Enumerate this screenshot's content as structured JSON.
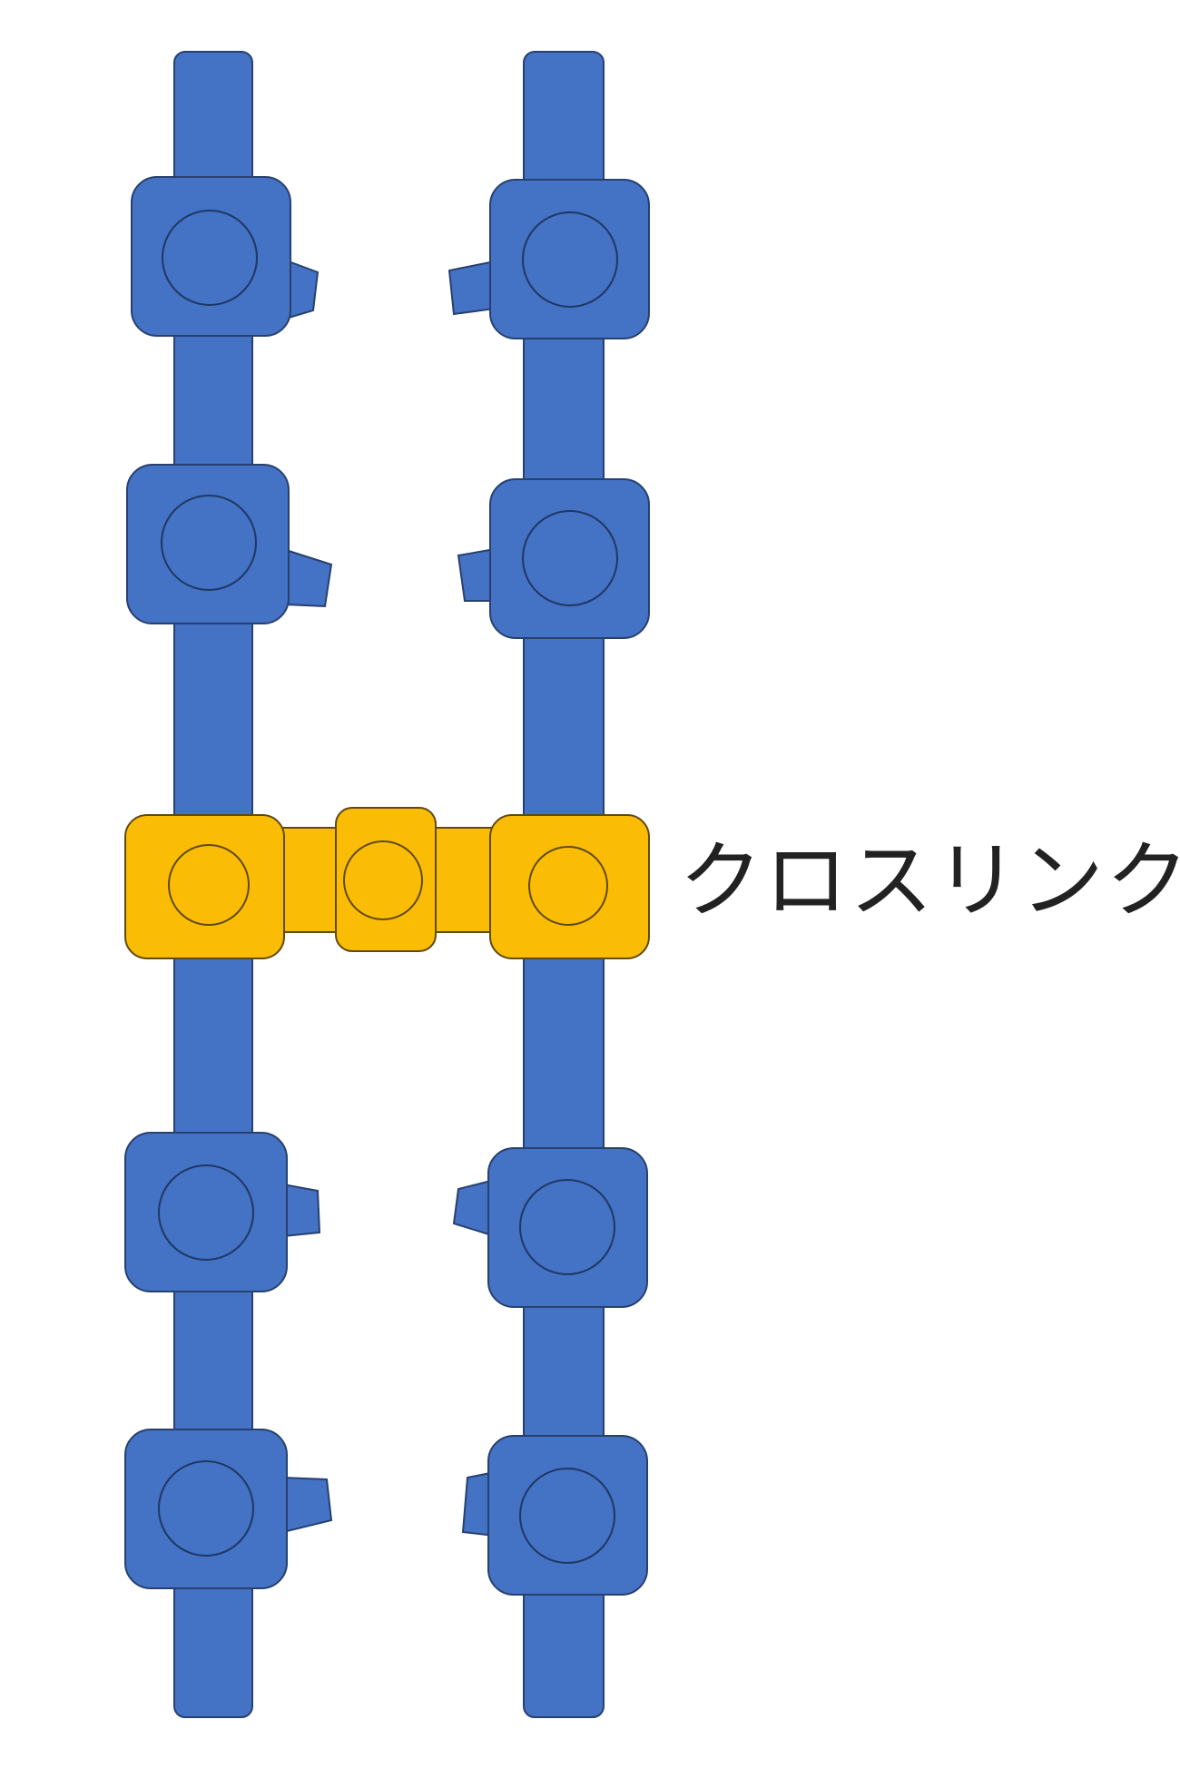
{
  "labels": {
    "crosslink": "クロスリンク"
  },
  "colors": {
    "rod_blue": "#4472c4",
    "crosslink_yellow": "#fbbc06",
    "outline_dark": "#27406e",
    "yellow_outline": "#5f4a10",
    "background": "#ffffff",
    "label_text": "#222222"
  },
  "structure": {
    "rods": [
      "left-rod",
      "right-rod"
    ],
    "screws_per_rod": 4,
    "crosslink_clamps": 3
  }
}
